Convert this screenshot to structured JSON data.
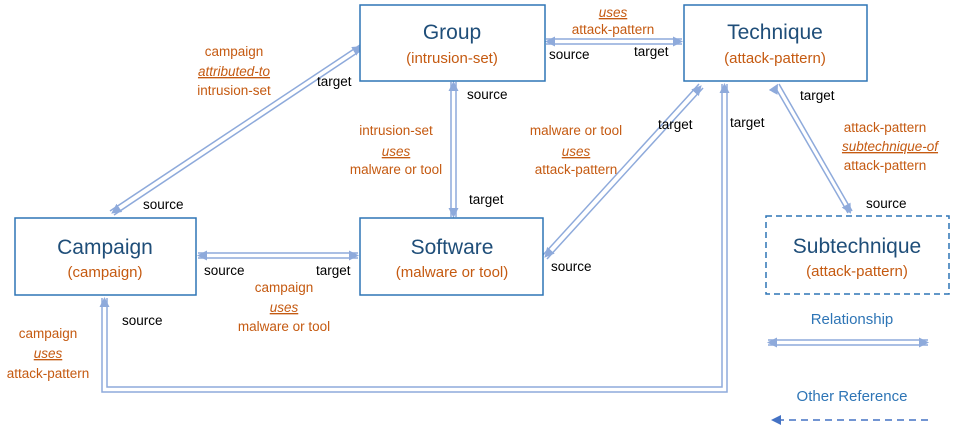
{
  "nodes": {
    "group": {
      "title": "Group",
      "subtitle": "(intrusion-set)"
    },
    "technique": {
      "title": "Technique",
      "subtitle": "(attack-pattern)"
    },
    "campaign": {
      "title": "Campaign",
      "subtitle": "(campaign)"
    },
    "software": {
      "title": "Software",
      "subtitle": "(malware or tool)"
    },
    "subtechnique": {
      "title": "Subtechnique",
      "subtitle": "(attack-pattern)"
    }
  },
  "edges": {
    "group_technique": {
      "verb": "uses",
      "type": "attack-pattern",
      "source_label": "source",
      "target_label": "target"
    },
    "campaign_group": {
      "from": "campaign",
      "verb": "attributed-to",
      "to": "intrusion-set",
      "source_label": "source",
      "target_label": "target"
    },
    "group_software": {
      "from": "intrusion-set",
      "verb": "uses",
      "to": "malware or tool",
      "source_label": "source",
      "target_label": "target"
    },
    "software_technique": {
      "from": "malware or tool",
      "verb": "uses",
      "to": "attack-pattern",
      "source_label": "source",
      "target_label": "target"
    },
    "campaign_software": {
      "from": "campaign",
      "verb": "uses",
      "to": "malware or tool",
      "source_label": "source",
      "target_label": "target"
    },
    "campaign_technique": {
      "from": "campaign",
      "verb": "uses",
      "to": "attack-pattern",
      "source_label": "source",
      "target_label": "target"
    },
    "subtechnique_technique": {
      "from": "attack-pattern",
      "verb": "subtechnique-of",
      "to": "attack-pattern",
      "source_label": "source",
      "target_label": "target"
    }
  },
  "legend": {
    "relationship": "Relationship",
    "other_reference": "Other Reference"
  },
  "colors": {
    "node_border": "#2e75b6",
    "node_title": "#1f4e79",
    "node_subtitle": "#c55a11",
    "arrow": "#8eaadb",
    "label_orange": "#c55a11",
    "label_black": "#000000"
  }
}
